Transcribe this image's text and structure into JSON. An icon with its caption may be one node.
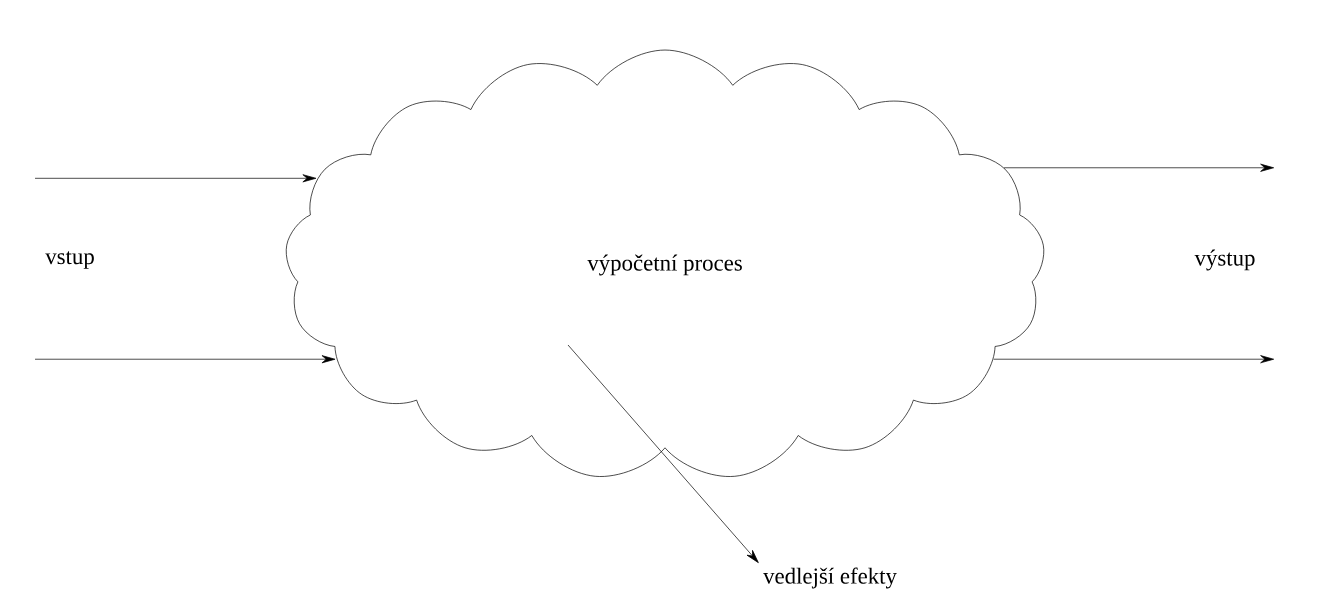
{
  "diagram": {
    "nodes": [
      {
        "text": [
          "výpočetní proces"
        ]
      },
      {
        "text": [
          "vedlejší efekty"
        ]
      }
    ],
    "edges": [
      {
        "from": null,
        "to": 0,
        "arrow": "to"
      },
      {
        "from": null,
        "to": 0,
        "arrow": "to"
      },
      {
        "from": 0,
        "to": null,
        "arrow": "to"
      },
      {
        "from": 0,
        "to": null,
        "arrow": "to"
      },
      {
        "from": 0,
        "to": 1,
        "arrow": "to"
      }
    ],
    "labels": [
      "vstup",
      "výstup"
    ]
  }
}
